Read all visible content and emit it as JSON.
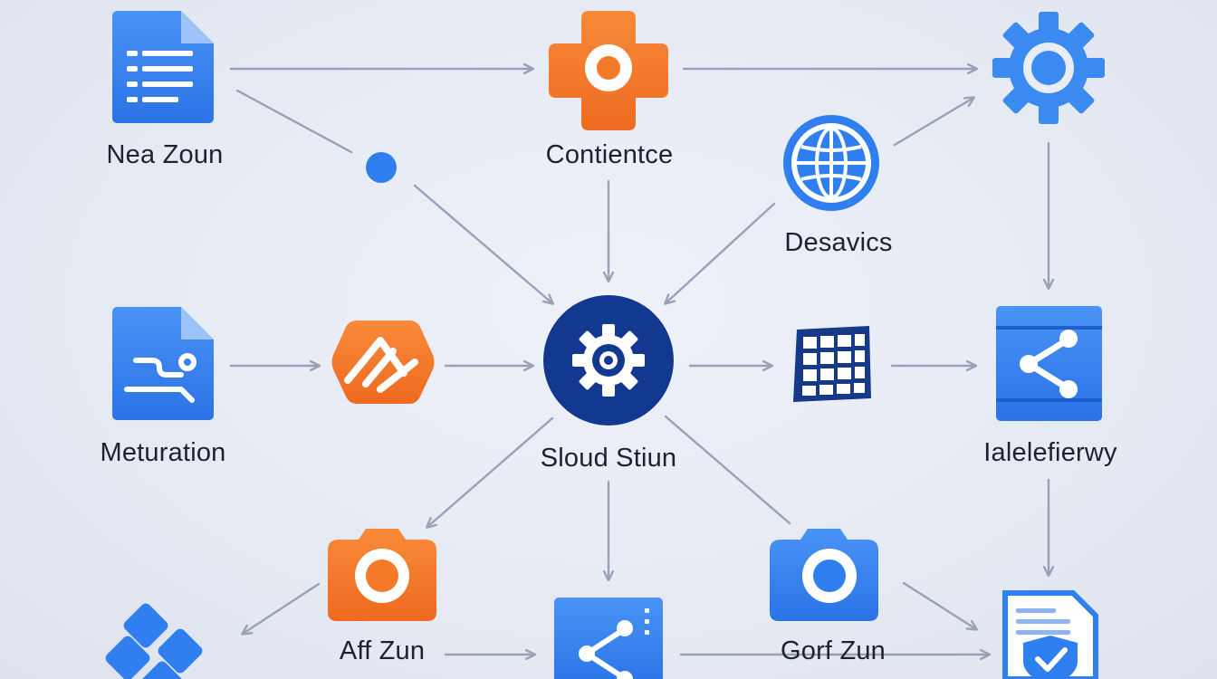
{
  "colors": {
    "blue": "#2f7ff0",
    "blue_light": "#5aa2f7",
    "orange": "#f47a2a",
    "navy": "#13388f",
    "arrow": "#99a1b8",
    "background": "#e9edf5"
  },
  "nodes": [
    {
      "id": "nea-zoun",
      "icon": "document-icon",
      "label": "Nea Zoun"
    },
    {
      "id": "contientce",
      "icon": "plus-cross-icon",
      "label": "Contientce"
    },
    {
      "id": "top-gear",
      "icon": "gear-icon",
      "label": ""
    },
    {
      "id": "desavics",
      "icon": "globe-icon",
      "label": "Desavics"
    },
    {
      "id": "meturation",
      "icon": "document-flow-icon",
      "label": "Meturation"
    },
    {
      "id": "hex-logo",
      "icon": "hexagon-logo-icon",
      "label": ""
    },
    {
      "id": "sloud-stiun",
      "icon": "hub-gear-icon",
      "label": "Sloud Stiun"
    },
    {
      "id": "grid",
      "icon": "grid-table-icon",
      "label": ""
    },
    {
      "id": "ialelefierwy",
      "icon": "share-panel-icon",
      "label": "Ialelefierwy"
    },
    {
      "id": "aff-zun",
      "icon": "camera-icon",
      "label": "Aff Zun"
    },
    {
      "id": "gorf-zun",
      "icon": "camera-icon",
      "label": "Gorf Zun"
    },
    {
      "id": "bottom-share",
      "icon": "share-icon",
      "label": ""
    },
    {
      "id": "secure-doc",
      "icon": "shield-document-icon",
      "label": ""
    },
    {
      "id": "puzzle",
      "icon": "puzzle-icon",
      "label": ""
    },
    {
      "id": "small-dot",
      "icon": "dot-icon",
      "label": ""
    }
  ]
}
